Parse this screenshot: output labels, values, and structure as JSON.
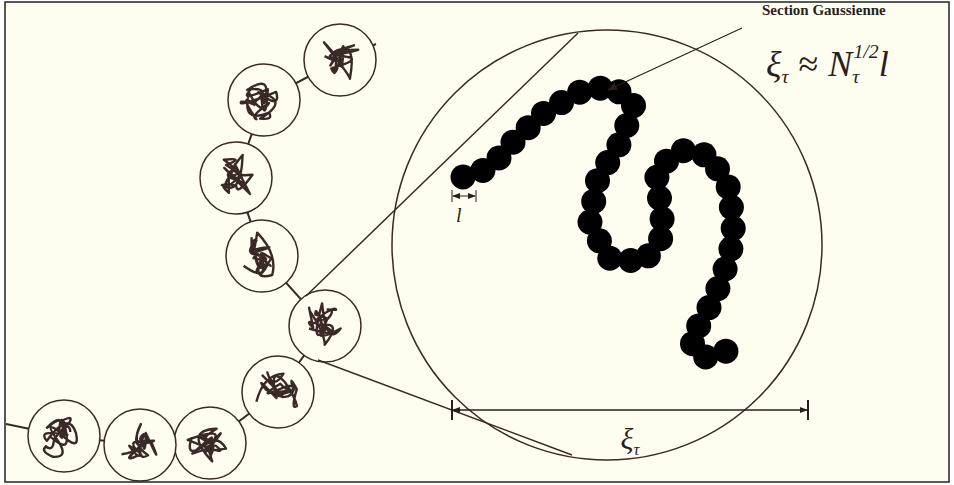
{
  "diagram": {
    "labels": [
      "Section Gaussienne",
      "ξ",
      "τ",
      "≈",
      "N",
      "τ",
      "1/2",
      "l",
      "l",
      "ξ",
      "τ"
    ]
  }
}
